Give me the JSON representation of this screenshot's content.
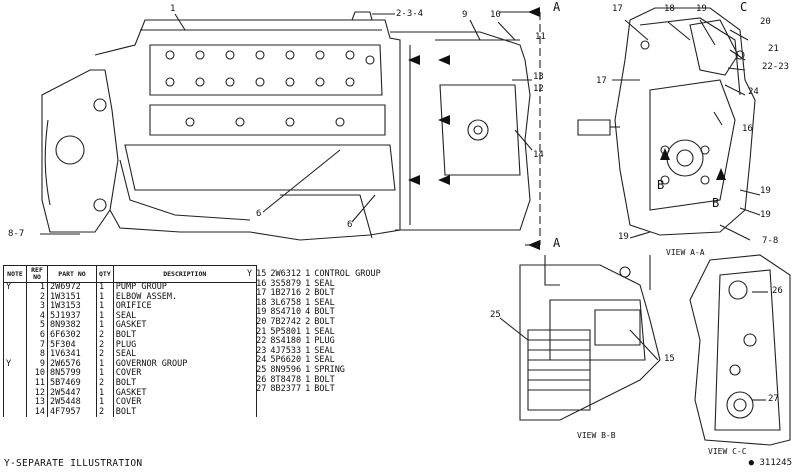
{
  "table1": {
    "headers": [
      "NOTE",
      "REF NO",
      "PART NO",
      "QTY",
      "DESCRIPTION"
    ],
    "rows": [
      [
        "Y",
        "1",
        "2W6972",
        "1",
        "PUMP GROUP"
      ],
      [
        "",
        "2",
        "1W3151",
        "1",
        "ELBOW ASSEM."
      ],
      [
        "",
        "3",
        "1W3153",
        "1",
        "ORIFICE"
      ],
      [
        "",
        "4",
        "5J1937",
        "1",
        "SEAL"
      ],
      [
        "",
        "5",
        "8N9382",
        "1",
        "GASKET"
      ],
      [
        "",
        "6",
        "6F6302",
        "2",
        "BOLT"
      ],
      [
        "",
        "7",
        "5F304",
        "2",
        "PLUG"
      ],
      [
        "",
        "8",
        "1V6341",
        "2",
        "SEAL"
      ],
      [
        "Y",
        "9",
        "2W6576",
        "1",
        "GOVERNOR GROUP"
      ],
      [
        "",
        "10",
        "8N5799",
        "1",
        "COVER"
      ],
      [
        "",
        "11",
        "5B7469",
        "2",
        "BOLT"
      ],
      [
        "",
        "12",
        "2W5447",
        "1",
        "GASKET"
      ],
      [
        "",
        "13",
        "2W5448",
        "1",
        "COVER"
      ],
      [
        "",
        "14",
        "4F7957",
        "2",
        "BOLT"
      ]
    ]
  },
  "table2": {
    "rows": [
      [
        "Y",
        "15",
        "2W6312",
        "1",
        "CONTROL GROUP"
      ],
      [
        "",
        "16",
        "3S5879",
        "1",
        "SEAL"
      ],
      [
        "",
        "17",
        "1B2716",
        "2",
        "BOLT"
      ],
      [
        "",
        "18",
        "3L6758",
        "1",
        "SEAL"
      ],
      [
        "",
        "19",
        "8S4710",
        "4",
        "BOLT"
      ],
      [
        "",
        "20",
        "7B2742",
        "2",
        "BOLT"
      ],
      [
        "",
        "21",
        "5P5801",
        "1",
        "SEAL"
      ],
      [
        "",
        "22",
        "8S4180",
        "1",
        "PLUG"
      ],
      [
        "",
        "23",
        "4J7533",
        "1",
        "SEAL"
      ],
      [
        "",
        "24",
        "5P6620",
        "1",
        "SEAL"
      ],
      [
        "",
        "25",
        "8N9596",
        "1",
        "SPRING"
      ],
      [
        "",
        "26",
        "8T8478",
        "1",
        "BOLT"
      ],
      [
        "",
        "27",
        "8B2377",
        "1",
        "BOLT"
      ]
    ]
  },
  "callouts": {
    "c1": "1",
    "c234": "2-3-4",
    "c9": "9",
    "c10": "10",
    "c11": "11",
    "c12": "12",
    "c13": "13",
    "c14": "14",
    "c6a": "6",
    "c6b": "6",
    "c87": "8-7",
    "c17a": "17",
    "c17b": "17",
    "c18": "18",
    "c19a": "19",
    "c19b": "19",
    "c19c": "19",
    "c19d": "19",
    "c20": "20",
    "c21": "21",
    "c2223": "22-23",
    "c24": "24",
    "c16": "16",
    "c78": "7-8",
    "c15": "15",
    "c25": "25",
    "c26": "26",
    "c27": "27",
    "sectA": "A",
    "sectB": "B",
    "sectC": "C"
  },
  "views": {
    "aa": "VIEW A-A",
    "bb": "VIEW B-B",
    "cc": "VIEW C-C"
  },
  "footer": {
    "note": "Y-SEPARATE ILLUSTRATION",
    "figure": "● 311245"
  }
}
